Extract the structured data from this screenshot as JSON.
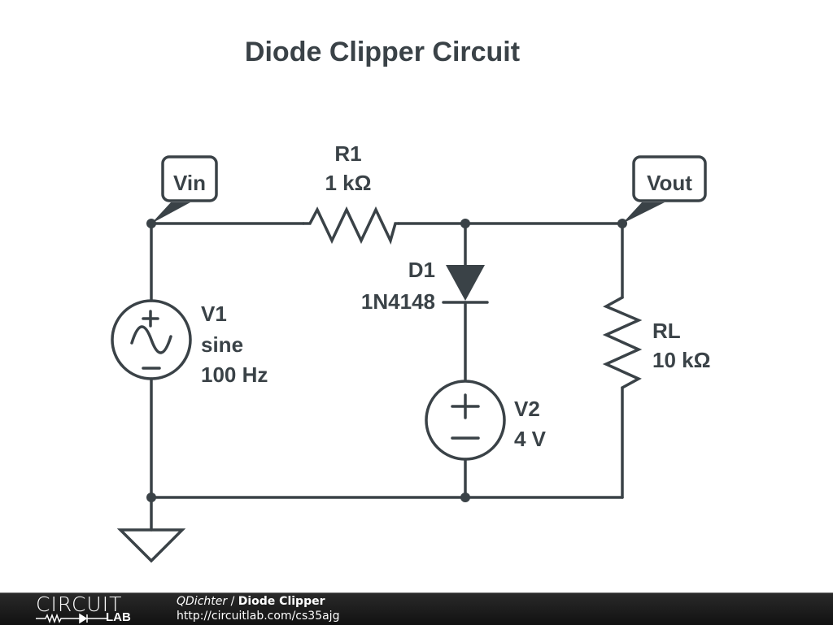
{
  "title": "Diode Clipper Circuit",
  "components": {
    "R1": {
      "name": "R1",
      "value": "1 kΩ"
    },
    "D1": {
      "name": "D1",
      "value": "1N4148"
    },
    "V1": {
      "name": "V1",
      "type": "sine",
      "value": "100 Hz"
    },
    "V2": {
      "name": "V2",
      "value": "4 V"
    },
    "RL": {
      "name": "RL",
      "value": "10 kΩ"
    }
  },
  "nodes": {
    "vin": "Vin",
    "vout": "Vout"
  },
  "footer": {
    "logo_top": "CIRCUIT",
    "logo_bottom": "LAB",
    "author": "QDichter",
    "separator": " / ",
    "circuit_name": "Diode Clipper",
    "url": "http://circuitlab.com/cs35ajg"
  }
}
